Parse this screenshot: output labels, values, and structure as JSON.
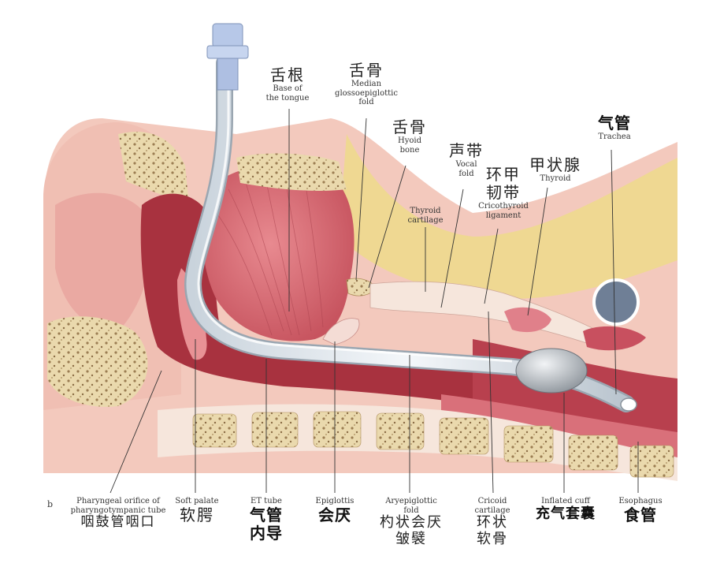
{
  "figure_letter": "b",
  "labels": {
    "base_of_tongue": {
      "cn": "舌根",
      "en1": "Base of",
      "en2": "the tongue"
    },
    "median_glossoepiglottic_fold": {
      "cn": "舌骨",
      "en1": "Median",
      "en2": "glossoepiglottic",
      "en3": "fold"
    },
    "hyoid_bone": {
      "cn": "舌骨",
      "en1": "Hyoid",
      "en2": "bone"
    },
    "vocal_fold": {
      "cn": "声带",
      "en1": "Vocal",
      "en2": "fold"
    },
    "cricothyroid_ligament": {
      "cn1": "环甲",
      "cn2": "韧带",
      "en1": "Cricothyroid",
      "en2": "ligament"
    },
    "thyroid": {
      "cn": "甲状腺",
      "en": "Thyroid"
    },
    "trachea": {
      "cn": "气管",
      "en": "Trachea"
    },
    "thyroid_cartilage": {
      "en1": "Thyroid",
      "en2": "cartilage"
    },
    "pharyngeal_orifice": {
      "en1": "Pharyngeal orifice of",
      "en2": "pharyngotympanic tube",
      "cn": "咽鼓管咽口"
    },
    "soft_palate": {
      "en": "Soft palate",
      "cn": "软腭"
    },
    "et_tube": {
      "en": "ET tube",
      "cn1": "气管",
      "cn2": "内导"
    },
    "epiglottis": {
      "en": "Epiglottis",
      "cn": "会厌"
    },
    "aryepiglottic_fold": {
      "en1": "Aryepiglottic",
      "en2": "fold",
      "cn1": "杓状会厌",
      "cn2": "皱襞"
    },
    "cricoid_cartilage": {
      "en1": "Cricoid",
      "en2": "cartilage",
      "cn1": "环状",
      "cn2": "软骨"
    },
    "inflated_cuff": {
      "en": "Inflated cuff",
      "cn": "充气套囊"
    },
    "esophagus": {
      "en": "Esophagus",
      "cn": "食管"
    }
  },
  "colors": {
    "muscle": "#d9707a",
    "soft_tissue": "#f2c4b8",
    "fat": "#efd892",
    "bone": "#e6d3a6",
    "mucosa": "#c85060",
    "tube": "#dfe7ee",
    "leader": "#333333"
  }
}
